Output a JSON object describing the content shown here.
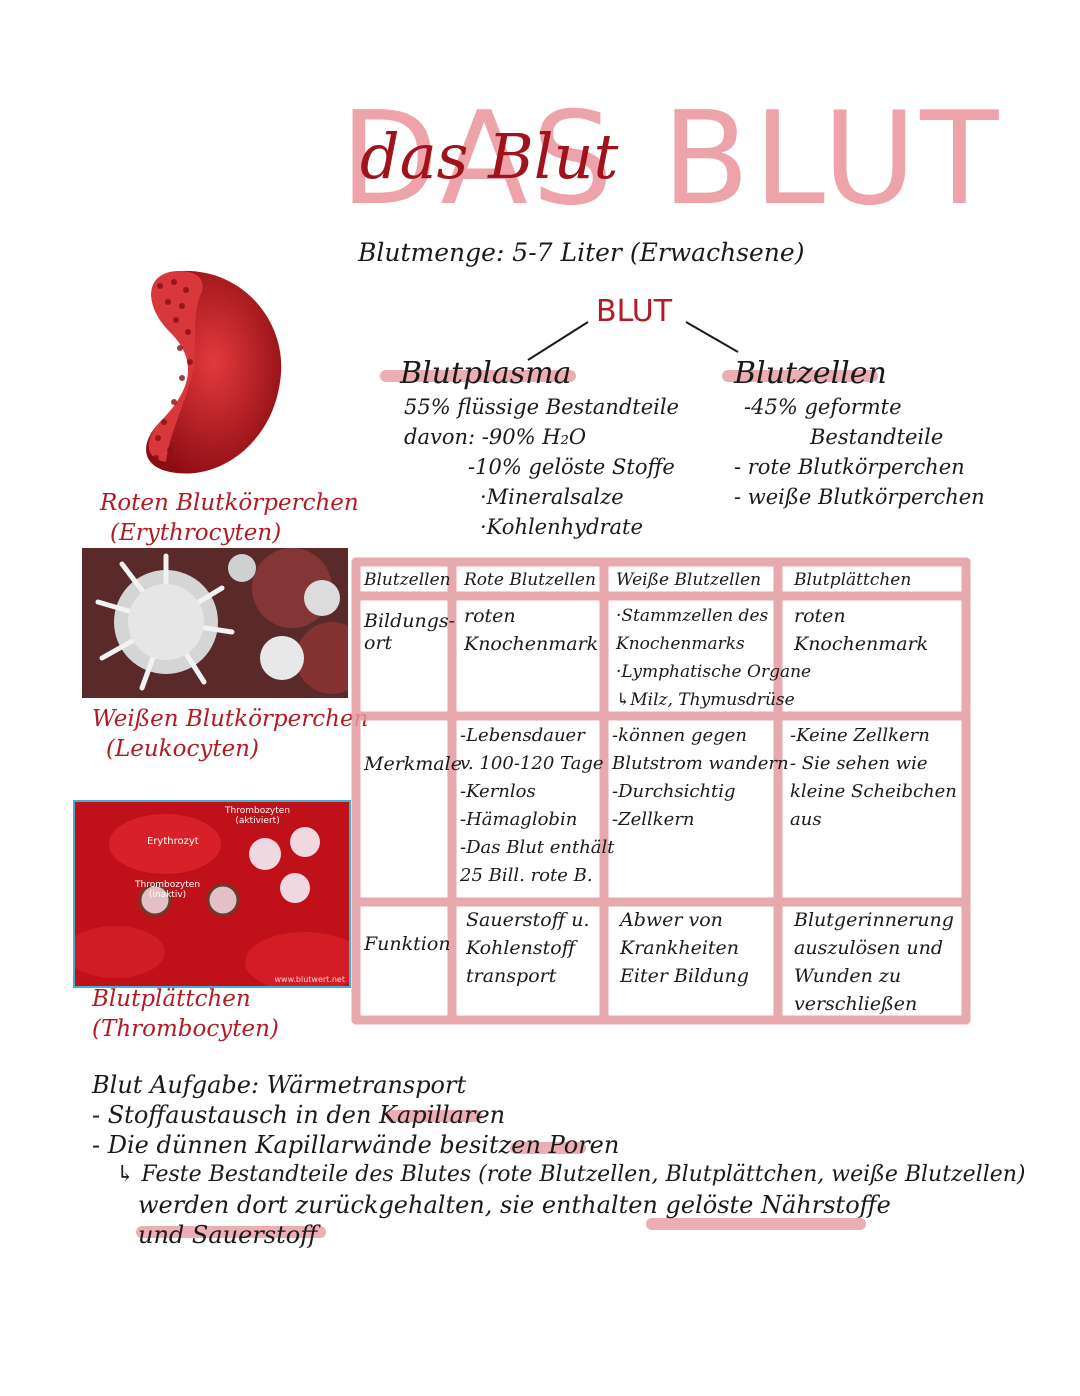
{
  "title": {
    "print": "DAS BLUT",
    "script": "das Blut"
  },
  "blutmenge": "Blutmenge: 5-7 Liter (Erwachsene)",
  "tree": {
    "root": "BLUT",
    "left": {
      "label": "Blutplasma",
      "notes": [
        "55% flüssige Bestandteile",
        "davon: -90% H₂O",
        "-10% gelöste Stoffe",
        "·Mineralsalze",
        "·Kohlenhydrate"
      ]
    },
    "right": {
      "label": "Blutzellen",
      "notes": [
        "-45% geformte",
        "Bestandteile",
        "- rote Blutkörperchen",
        "- weiße Blutkörperchen"
      ]
    }
  },
  "images": {
    "rbc_caption": [
      "Roten Blutkörperchen",
      "(Erythrocyten)"
    ],
    "wbc_caption": [
      "Weißen Blutkörperchen",
      "(Leukocyten)"
    ],
    "plt_caption": [
      "Blutplättchen",
      "(Thrombocyten)"
    ],
    "plt_labels": {
      "erythrozyt": "Erythrozyt",
      "aktiv": "Thrombozyten\n(aktiviert)",
      "inaktiv": "Thrombozyten\n(inaktiv)",
      "source": "www.blutwert.net"
    }
  },
  "table": {
    "headers": [
      "Blutzellen",
      "Rote Blutzellen",
      "Weiße Blutzellen",
      "Blutplättchen"
    ],
    "rows": [
      {
        "label": "Bildungs-\nort",
        "cells": [
          "roten\nKnochenmark",
          "·Stammzellen des\nKnochenmarks\n·Lymphatische Organe\n↳Milz, Thymusdrüse",
          "roten\nKnochenmark"
        ]
      },
      {
        "label": "Merkmale",
        "cells": [
          "-Lebensdauer\nv. 100-120 Tage\n-Kernlos\n-Hämaglobin\n-Das Blut enthält\n25 Bill. rote B.",
          "-können gegen\nBlutstrom wandern\n-Durchsichtig\n-Zellkern",
          "-Keine Zellkern\n- Sie sehen wie\nkleine Scheibchen\naus"
        ]
      },
      {
        "label": "Funktion",
        "cells": [
          "Sauerstoff u.\nKohlenstoff\ntransport",
          "Abwer von\nKrankheiten\nEiter Bildung",
          "Blutgerinnerung\nauszulösen und\nWunden zu\nverschließen"
        ]
      }
    ]
  },
  "bottom_notes": [
    "Blut Aufgabe: Wärmetransport",
    "- Stoffaustausch in den Kapillaren",
    "- Die dünnen Kapillarwände besitzen Poren",
    "↳ Feste Bestandteile des Blutes (rote Blutzellen, Blutplättchen, weiße Blutzellen)",
    "werden dort zurückgehalten, sie enthalten gelöste Nährstoffe",
    "und Sauerstoff"
  ],
  "colors": {
    "accent_red": "#b31b24",
    "highlight_pink": "#e7a1a6",
    "grid_pink": "#e39aa0"
  }
}
